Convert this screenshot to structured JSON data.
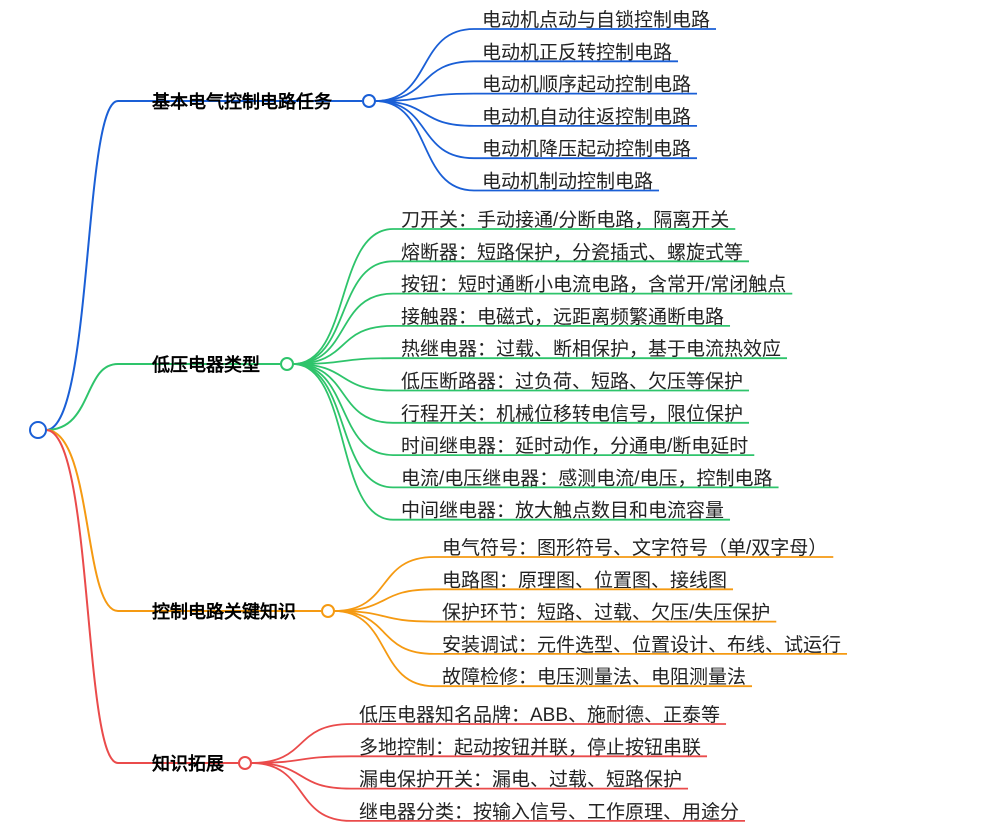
{
  "mindmap": {
    "root": {
      "label": "",
      "color": "#1a5fd6"
    },
    "branches": [
      {
        "label": "基本电气控制电路任务",
        "color": "#1a5fd6",
        "children": [
          "电动机点动与自锁控制电路",
          "电动机正反转控制电路",
          "电动机顺序起动控制电路",
          "电动机自动往返控制电路",
          "电动机降压起动控制电路",
          "电动机制动控制电路"
        ]
      },
      {
        "label": "低压电器类型",
        "color": "#2ec46b",
        "children": [
          "刀开关：手动接通/分断电路，隔离开关",
          "熔断器：短路保护，分瓷插式、螺旋式等",
          "按钮：短时通断小电流电路，含常开/常闭触点",
          "接触器：电磁式，远距离频繁通断电路",
          "热继电器：过载、断相保护，基于电流热效应",
          "低压断路器：过负荷、短路、欠压等保护",
          "行程开关：机械位移转电信号，限位保护",
          "时间继电器：延时动作，分通电/断电延时",
          "电流/电压继电器：感测电流/电压，控制电路",
          "中间继电器：放大触点数目和电流容量"
        ]
      },
      {
        "label": "控制电路关键知识",
        "color": "#f59a12",
        "children": [
          "电气符号：图形符号、文字符号（单/双字母）",
          "电路图：原理图、位置图、接线图",
          "保护环节：短路、过载、欠压/失压保护",
          "安装调试：元件选型、位置设计、布线、试运行",
          "故障检修：电压测量法、电阻测量法"
        ]
      },
      {
        "label": "知识拓展",
        "color": "#ea4b4b",
        "children": [
          "低压电器知名品牌：ABB、施耐德、正泰等",
          "多地控制：起动按钮并联，停止按钮串联",
          "漏电保护开关：漏电、过载、短路保护",
          "继电器分类：按输入信号、工作原理、用途分"
        ]
      }
    ]
  }
}
